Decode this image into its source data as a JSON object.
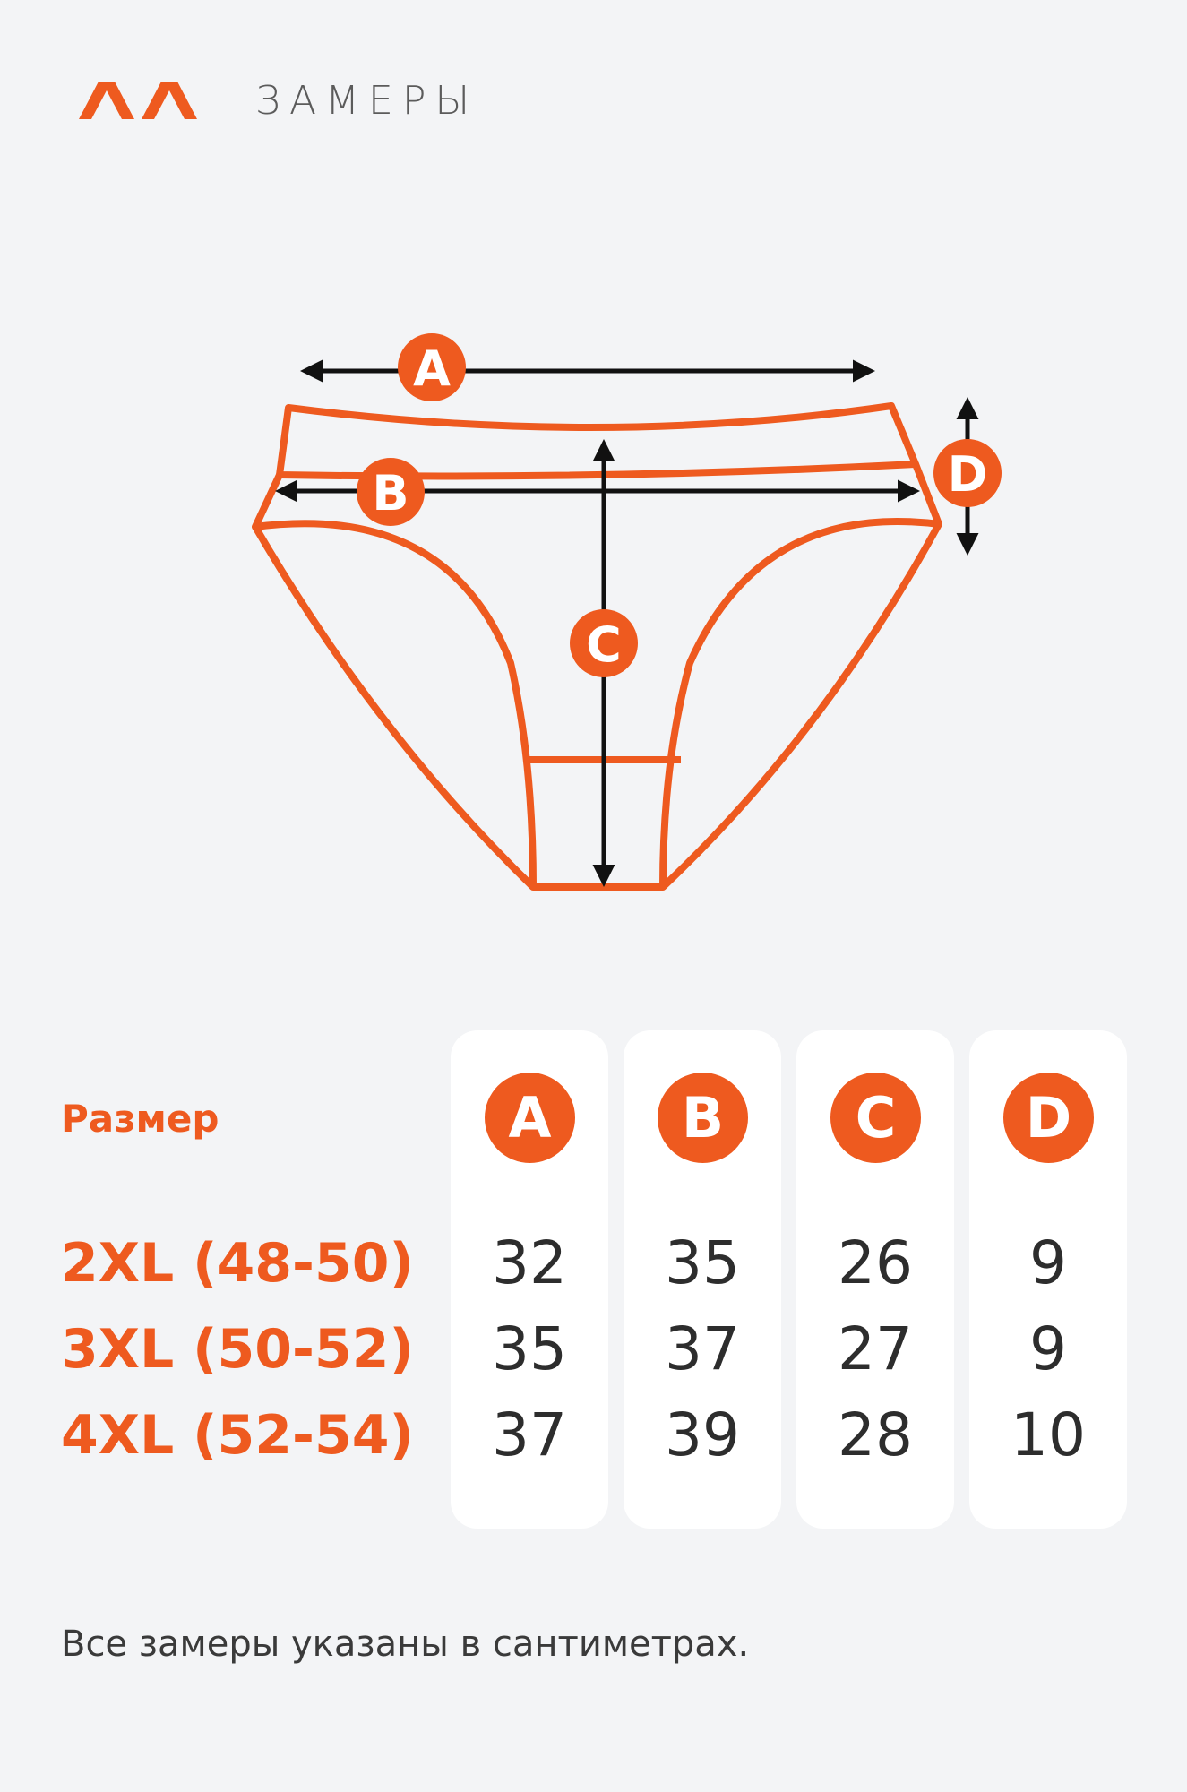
{
  "header": {
    "title": "ЗАМЕРЫ",
    "logo_icon": "double-chevron-logo-icon"
  },
  "colors": {
    "accent": "#ee5a1f",
    "text": "#2d2d2d",
    "background": "#f3f4f6",
    "card": "#ffffff"
  },
  "diagram": {
    "labels": {
      "a": "A",
      "b": "B",
      "c": "C",
      "d": "D"
    }
  },
  "table": {
    "size_heading": "Размер",
    "columns": [
      "A",
      "B",
      "C",
      "D"
    ],
    "rows": [
      {
        "size": "2XL (48-50)",
        "values": [
          "32",
          "35",
          "26",
          "9"
        ]
      },
      {
        "size": "3XL (50-52)",
        "values": [
          "35",
          "37",
          "27",
          "9"
        ]
      },
      {
        "size": "4XL (52-54)",
        "values": [
          "37",
          "39",
          "28",
          "10"
        ]
      }
    ]
  },
  "footnote": "Все замеры указаны в сантиметрах."
}
